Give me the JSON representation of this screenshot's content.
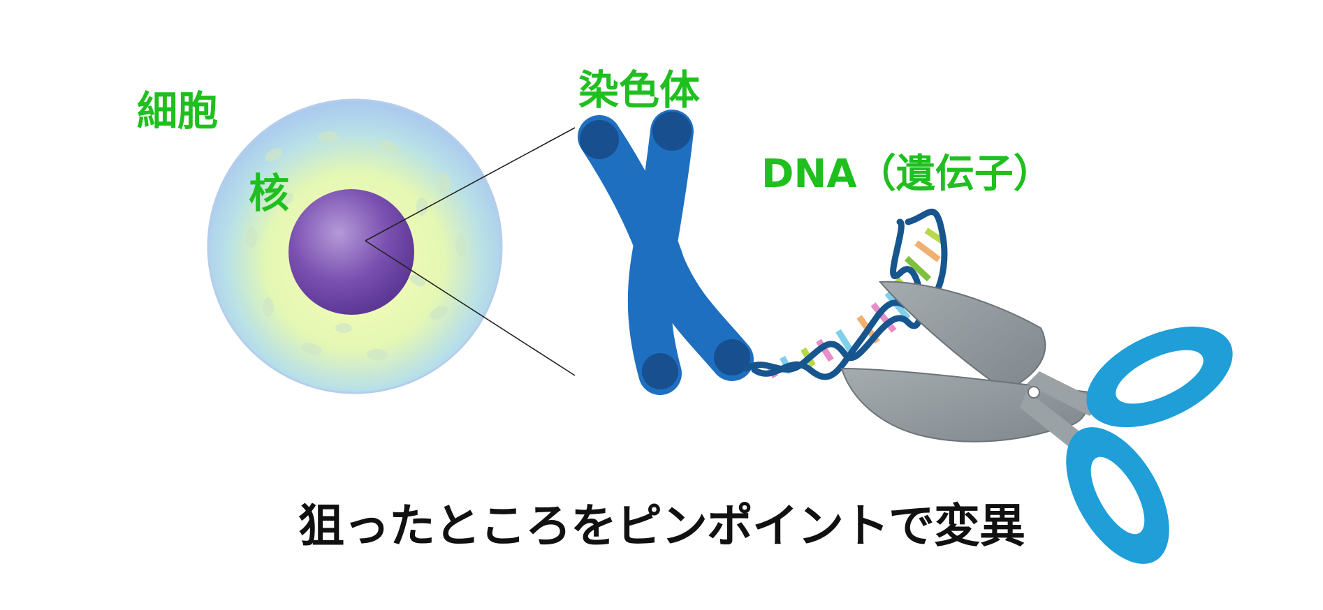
{
  "labels": {
    "cell": "細胞",
    "nucleus": "核",
    "chromosome": "染色体",
    "dna": "DNA（遺伝子）"
  },
  "caption": "狙ったところをピンポイントで変異",
  "colors": {
    "label_green": "#1fbf1f",
    "caption_text": "#111111",
    "chromosome_blue": "#1f6fc0",
    "scissor_blade_gray": "#8e979c",
    "scissor_handle_blue": "#1f9ed8",
    "nucleus_purple": "#7a4fb0"
  },
  "icons": [
    "cell-illustration",
    "nucleus-illustration",
    "chromosome-illustration",
    "dna-helix-illustration",
    "scissors-illustration"
  ]
}
